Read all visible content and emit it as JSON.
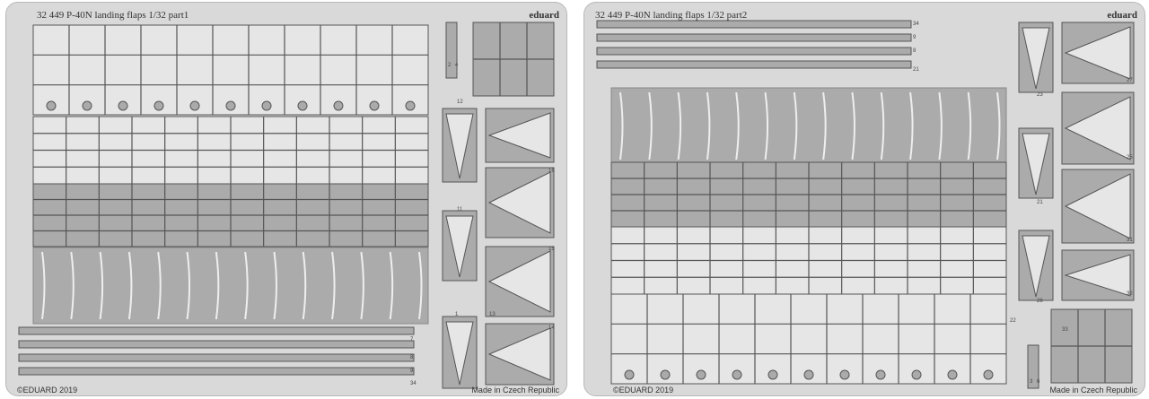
{
  "frets": [
    {
      "title": "32 449  P-40N landing flaps   1/32   part1",
      "brand": "eduard",
      "copyright": "©EDUARD 2019",
      "made_in": "Made in Czech Republic",
      "part_numbers": [
        "2",
        "4",
        "12",
        "11",
        "16",
        "15",
        "13",
        "14",
        "1",
        "7",
        "8",
        "9",
        "34"
      ]
    },
    {
      "title": "32 449  P-40N landing flaps   1/32   part2",
      "brand": "eduard",
      "copyright": "©EDUARD 2019",
      "made_in": "Made in Czech Republic",
      "part_numbers": [
        "34",
        "9",
        "8",
        "21",
        "23",
        "27",
        "21",
        "25",
        "26",
        "31",
        "32",
        "22",
        "33",
        "3",
        "6"
      ]
    }
  ],
  "colors": {
    "fret": "#d9d9d9",
    "part": "#ababab",
    "line": "#555555"
  }
}
